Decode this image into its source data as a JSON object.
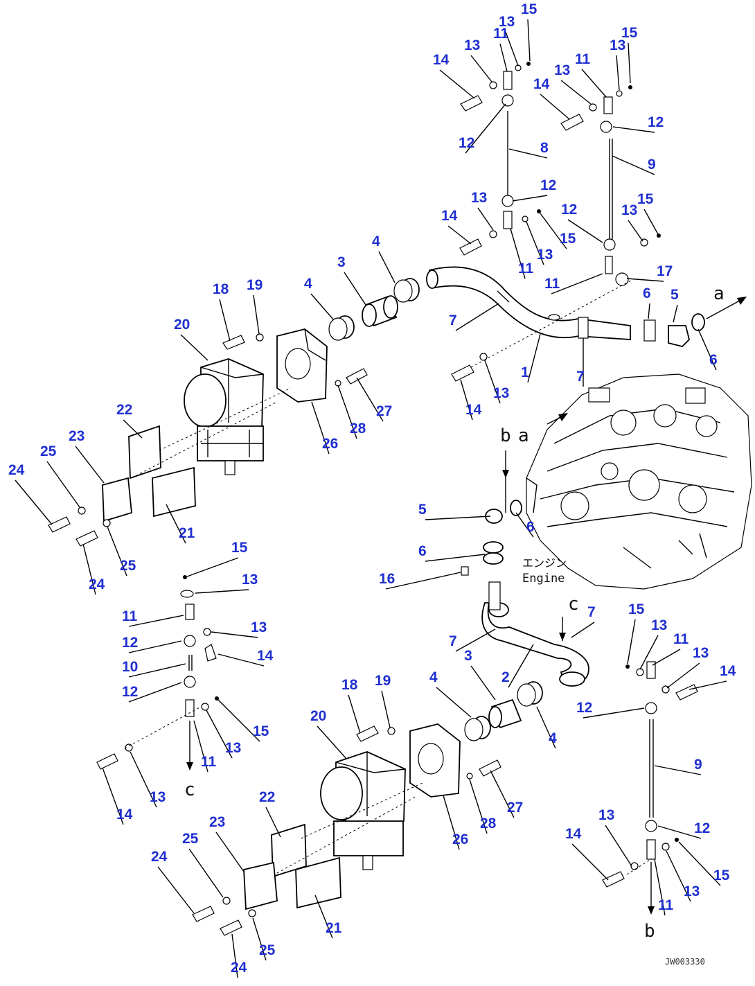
{
  "callouts": {
    "n1": "1",
    "n2": "2",
    "n3": "3",
    "n4": "4",
    "n5": "5",
    "n6": "6",
    "n7": "7",
    "n8": "8",
    "n9": "9",
    "n10": "10",
    "n11": "11",
    "n12": "12",
    "n13": "13",
    "n14": "14",
    "n15": "15",
    "n16": "16",
    "n17": "17",
    "n18": "18",
    "n19": "19",
    "n20": "20",
    "n21": "21",
    "n22": "22",
    "n23": "23",
    "n24": "24",
    "n25": "25",
    "n26": "26",
    "n27": "27",
    "n28": "28"
  },
  "refs": {
    "a": "a",
    "b": "b",
    "c": "c"
  },
  "engine_label_jp": "エンジン",
  "engine_label_en": "Engine",
  "drawing_code": "JW003330"
}
